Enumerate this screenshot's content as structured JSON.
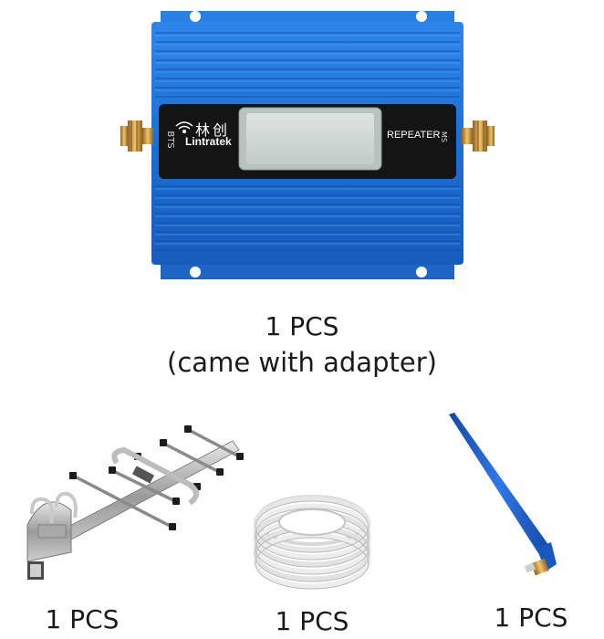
{
  "repeater": {
    "brand_name": "Lintratek",
    "brand_chinese": "林创",
    "label_bts": "BTS",
    "label_repeater": "REPEATER",
    "label_ms": "MS",
    "caption_qty": "1 PCS",
    "caption_note": "(came with adapter)"
  },
  "yagi_antenna": {
    "caption_qty": "1 PCS"
  },
  "cable": {
    "caption_qty": "1 PCS"
  },
  "whip_antenna": {
    "caption_qty": "1 PCS"
  },
  "colors": {
    "body_blue": "#1f74d8",
    "panel_black": "#141414",
    "lcd": "#cfd8d4",
    "gold": "#d8a440"
  }
}
